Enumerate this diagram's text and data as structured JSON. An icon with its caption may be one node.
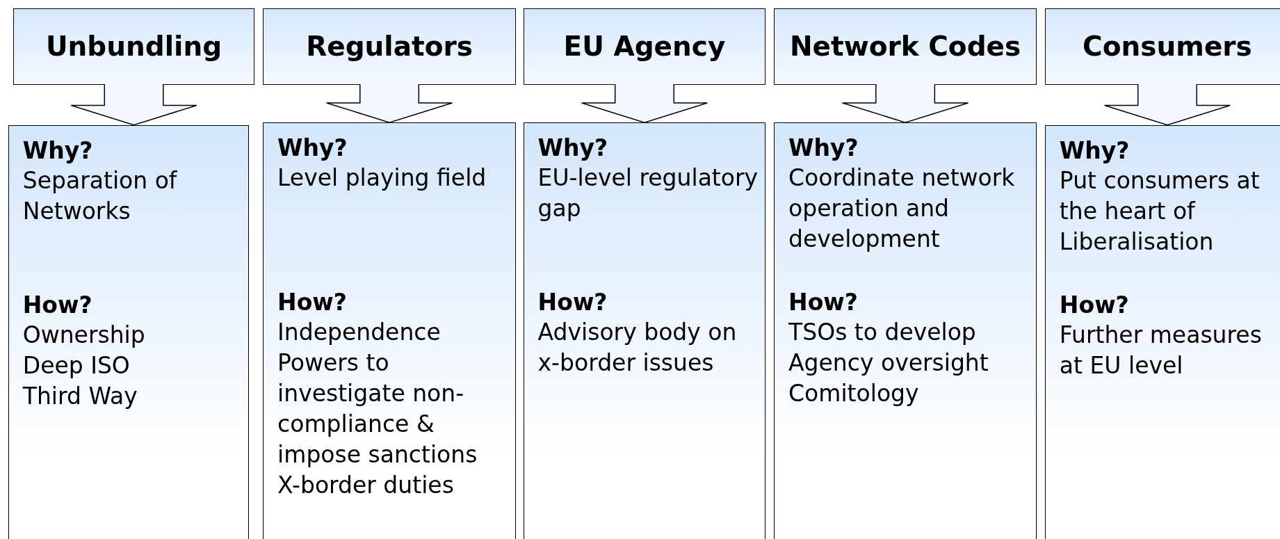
{
  "diagram": {
    "nodes": [
      {
        "text": [
          "Unbundling"
        ]
      },
      {
        "text": [
          "Regulators"
        ]
      },
      {
        "text": [
          "EU Agency"
        ]
      },
      {
        "text": [
          "Network Codes"
        ]
      },
      {
        "text": [
          "Consumers"
        ]
      },
      {
        "text": [
          "Why?",
          "Separation of Networks",
          "How?",
          "Ownership",
          "Deep ISO",
          "Third Way"
        ]
      },
      {
        "text": [
          "Why?",
          "Level playing field",
          "How?",
          "Independence",
          "Powers to investigate non-compliance & impose sanctions",
          "X-border duties"
        ]
      },
      {
        "text": [
          "Why?",
          "EU-level regulatory gap",
          "How?",
          "Advisory body on x-border issues"
        ]
      },
      {
        "text": [
          "Why?",
          "Coordinate network operation and development",
          "How?",
          "TSOs to develop",
          "Agency oversight",
          "Comitology"
        ]
      },
      {
        "text": [
          "Why?",
          "Put consumers at the heart of Liberalisation",
          "How?",
          "Further measures at EU level"
        ]
      }
    ],
    "edges": [
      {
        "from": 0,
        "to": 5,
        "arrow": "to"
      },
      {
        "from": 1,
        "to": 6,
        "arrow": "to"
      },
      {
        "from": 2,
        "to": 7,
        "arrow": "to"
      },
      {
        "from": 3,
        "to": 8,
        "arrow": "to"
      },
      {
        "from": 4,
        "to": 9,
        "arrow": "to"
      }
    ]
  }
}
